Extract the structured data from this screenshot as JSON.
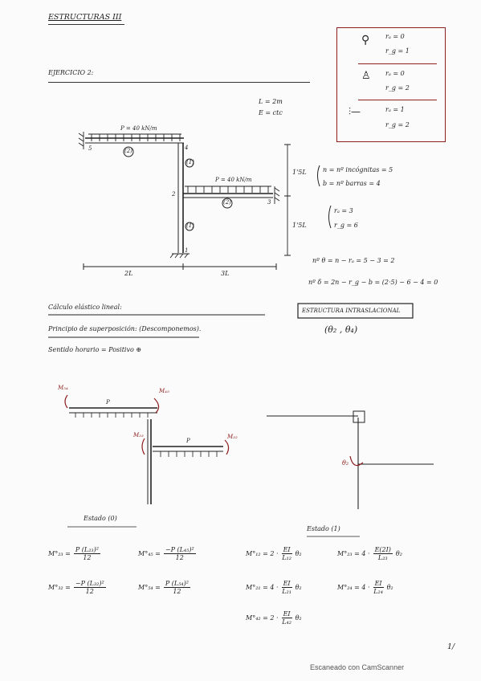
{
  "header": {
    "title": "ESTRUCTURAS III"
  },
  "exercise": {
    "title": "EJERCICIO 2:"
  },
  "params": {
    "L": "L = 2m",
    "E": "E = ctc"
  },
  "supports_box": {
    "rows": [
      {
        "a": "rₐ = 0",
        "b": "r_g = 1"
      },
      {
        "a": "rₐ = 0",
        "b": "r_g = 2"
      },
      {
        "a": "rₐ = 1",
        "b": "r_g = 2"
      }
    ]
  },
  "diagram": {
    "load1": "P = 40 kN/m",
    "load2": "P = 40 kN/m",
    "bar_labels": [
      "(2)",
      "(1)",
      "(1)",
      "(2)"
    ],
    "nodes": [
      "5",
      "4",
      "2",
      "3",
      "1"
    ],
    "dims": {
      "left": "2L",
      "right": "3L",
      "top_h": "1'5L",
      "bot_h": "1'5L"
    }
  },
  "counts": {
    "n": "n = nº incógnitas = 5",
    "b": "b = nº barras = 4",
    "ra": "rₐ = 3",
    "rg": "r_g = 6",
    "theta": "nº θ = n − rₐ = 5 − 3 = 2",
    "delta": "nº δ = 2n − r_g − b = (2·5) − 6 − 4 = 0"
  },
  "classification": {
    "label": "ESTRUCTURA INTRASLACIONAL",
    "unknowns": "(θ₂ , θ₄)"
  },
  "sections": {
    "calc": "Cálculo elástico lineal:",
    "principle": "Principio de superposición: (Descomponemos).",
    "sign": "Sentido horario = Positivo ⊕"
  },
  "state0": {
    "title": "Estado (0)",
    "labels": {
      "m54": "M₅₄",
      "m45": "M₄₅",
      "m23": "M₂₃",
      "m32": "M₃₂",
      "p1": "P",
      "p2": "P"
    },
    "eq": [
      {
        "lhs": "M°₂₃ =",
        "num": "P (L₂₃)²",
        "den": "12"
      },
      {
        "lhs": "M°₄₅ =",
        "num": "−P (L₄₅)²",
        "den": "12"
      },
      {
        "lhs": "M°₃₂ =",
        "num": "−P (L₃₂)²",
        "den": "12"
      },
      {
        "lhs": "M°₅₄ =",
        "num": "P (L₅₄)²",
        "den": "12"
      }
    ]
  },
  "state1": {
    "title": "Estado (1)",
    "theta_label": "θ₂",
    "eq": [
      {
        "lhs": "M°₁₂ = 2 ·",
        "num": "EI",
        "den": "L₁₂",
        "rhs": "θ₂"
      },
      {
        "lhs": "M°₂₃ = 4 ·",
        "num": "E(2I)",
        "den": "L₂₃",
        "rhs": "θ₂"
      },
      {
        "lhs": "M°₂₁ = 4 ·",
        "num": "EI",
        "den": "L₂₁",
        "rhs": "θ₂"
      },
      {
        "lhs": "M°₂₄ = 4 ·",
        "num": "EI",
        "den": "L₂₄",
        "rhs": "θ₂"
      },
      {
        "lhs": "M°₄₂ = 2 ·",
        "num": "EI",
        "den": "L₄₂",
        "rhs": "θ₂"
      }
    ]
  },
  "footer": {
    "scanner": "Escaneado con CamScanner",
    "page": "1/"
  }
}
